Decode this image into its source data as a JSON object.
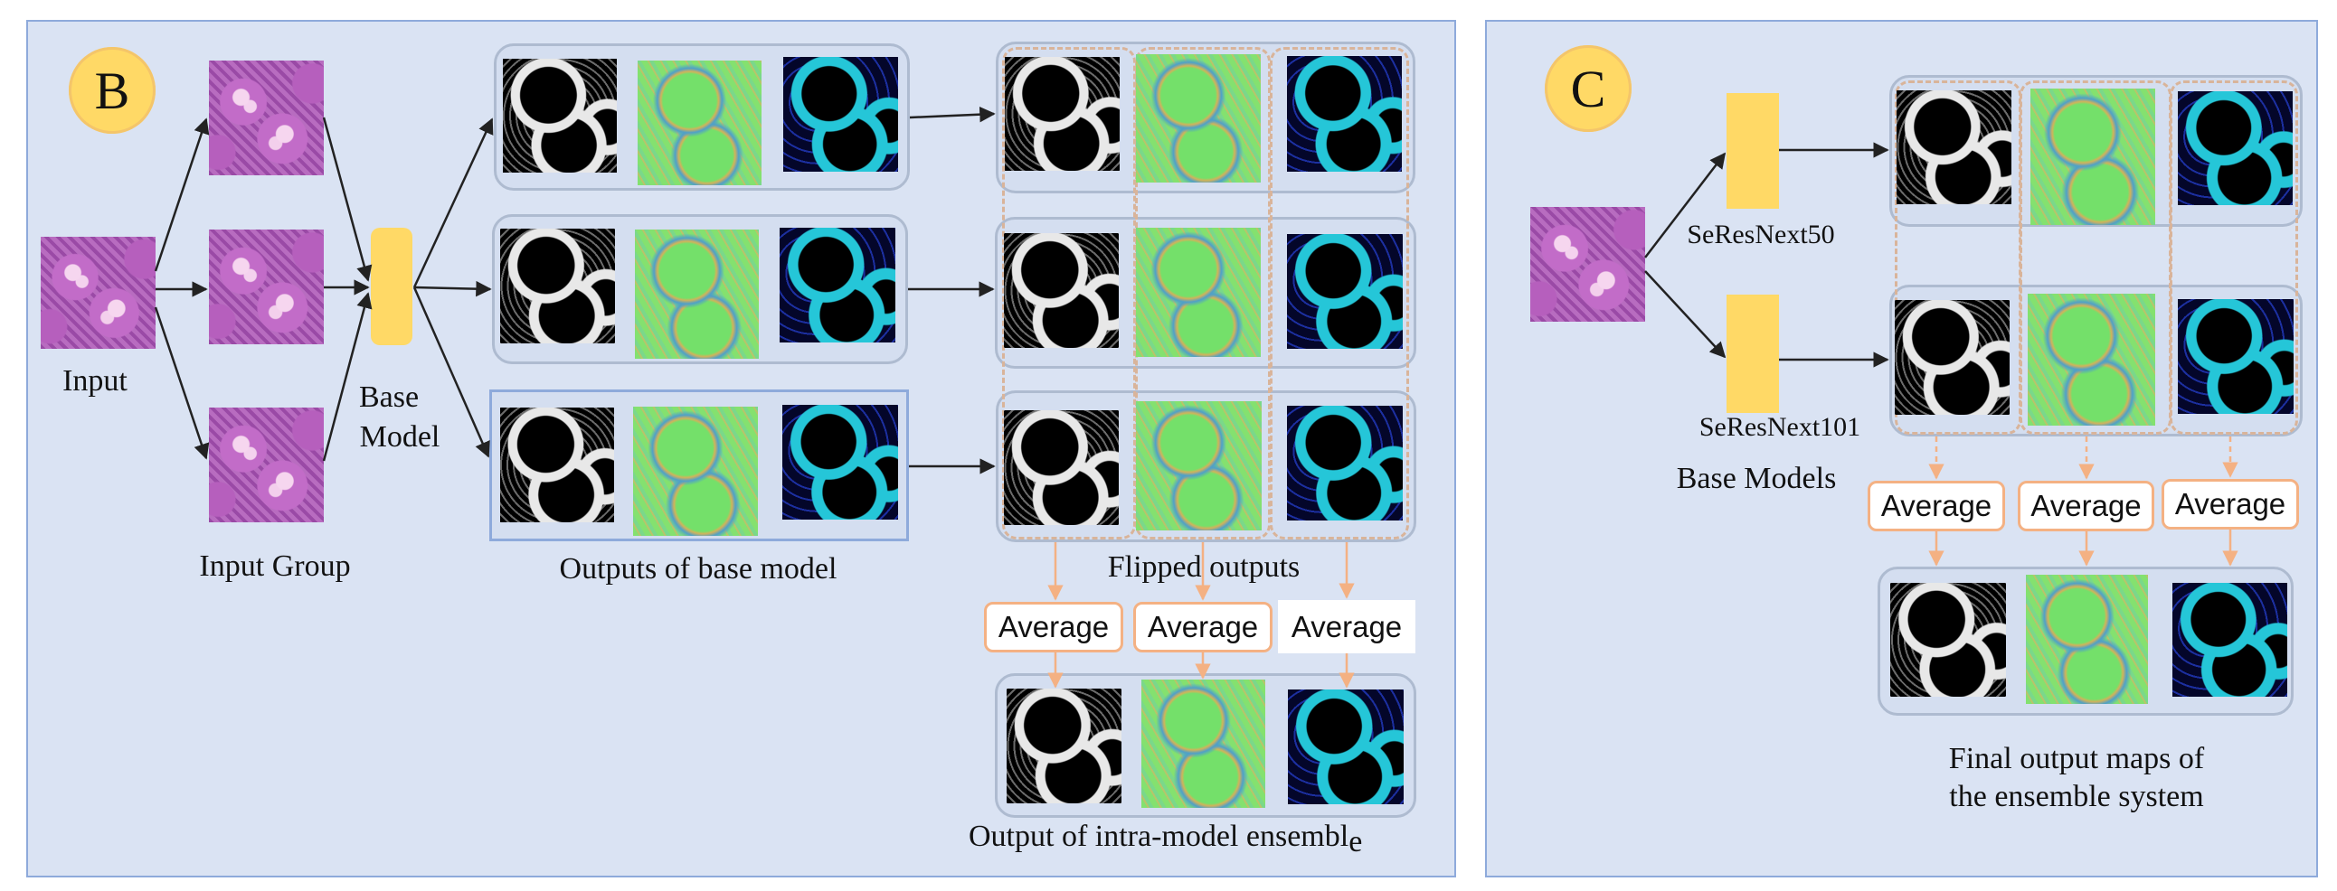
{
  "panel_b": {
    "badge": "B",
    "input_label": "Input",
    "input_group_label": "Input Group",
    "base_model_label_line1": "Base",
    "base_model_label_line2": "Model",
    "outputs_label": "Outputs of base model",
    "flipped_label": "Flipped outputs",
    "average_labels": [
      "Average",
      "Average",
      "Average"
    ],
    "ensemble_label_main": "Output of intra-model ensembl",
    "ensemble_label_tail": "e"
  },
  "panel_c": {
    "badge": "C",
    "model1_label": "SeResNext50",
    "model2_label": "SeResNext101",
    "base_models_label": "Base Models",
    "average_labels": [
      "Average",
      "Average",
      "Average"
    ],
    "final_label_line1": "Final output maps of",
    "final_label_line2": "the ensemble system"
  },
  "colors": {
    "panel_bg": "#dae3f3",
    "panel_border": "#8eaadb",
    "badge": "#ffd966",
    "model_block": "#ffd966",
    "average_border": "#f4b183",
    "arrow_orange": "#f4b183"
  }
}
